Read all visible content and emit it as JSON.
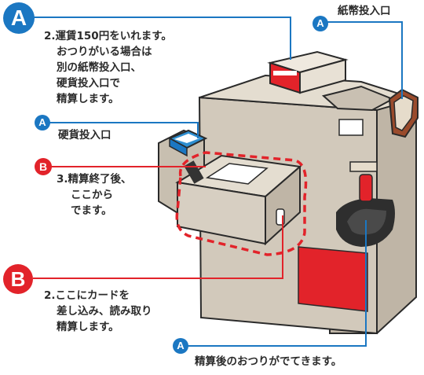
{
  "colors": {
    "blue": "#1b77c2",
    "red": "#e2232a",
    "body": "#cdc4b6",
    "outline": "#2a2a2a"
  },
  "badges": {
    "big_a": "A",
    "small_a": "A",
    "small_b": "B",
    "big_b": "B"
  },
  "labels": {
    "paper_note_slot": "紙幣投入口",
    "coin_slot": "硬貨投入口",
    "change_out": "精算後のおつりがでてきます。"
  },
  "steps": {
    "a2": [
      "2.運賃150円をいれます。",
      "おつりがいる場合は",
      "別の紙幣投入口、",
      "硬貨投入口で",
      "精算します。"
    ],
    "b3": [
      "3.精算終了後、",
      "ここから",
      "でます。"
    ],
    "b2": [
      "2.ここにカードを",
      "差し込み、読み取り",
      "精算します。"
    ]
  }
}
